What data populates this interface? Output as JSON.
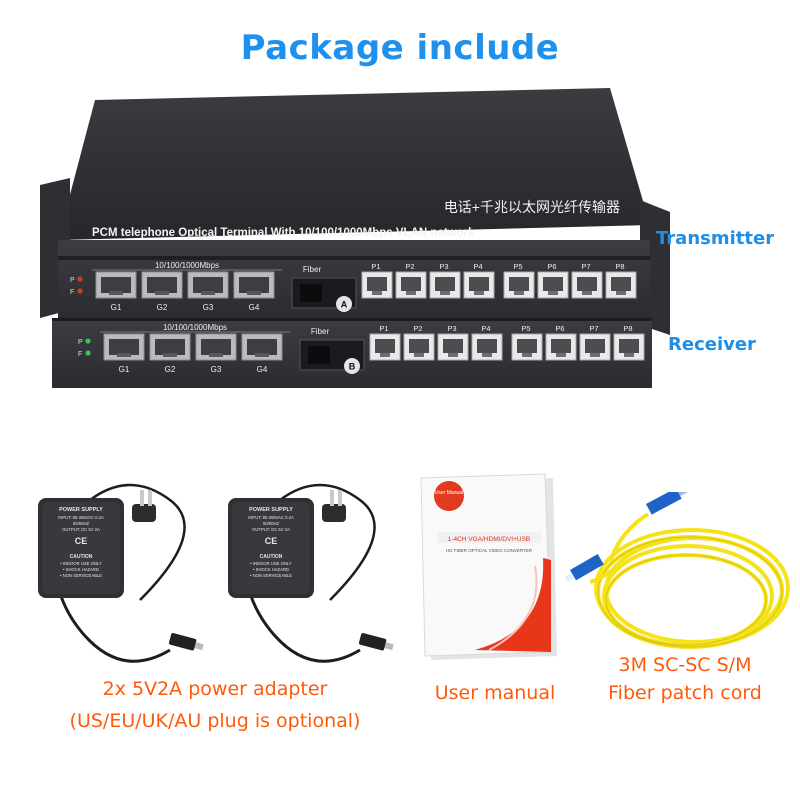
{
  "heading": "Package include",
  "labels": {
    "transmitter": "Transmitter",
    "receiver": "Receiver"
  },
  "device": {
    "cn_title": "电话+千兆以太网光纤传输器",
    "en_title": "PCM telephone Optical  Terminal With  10/100/1000Mbps VLAN network",
    "eth_header": "10/100/1000Mbps",
    "fiber_label": "Fiber",
    "eth_ports": [
      "G1",
      "G2",
      "G3",
      "G4"
    ],
    "phone_ports": [
      "P1",
      "P2",
      "P3",
      "P4",
      "P5",
      "P6",
      "P7",
      "P8"
    ],
    "led_labels": [
      "P",
      "F"
    ],
    "unit_a": "A",
    "unit_b": "B"
  },
  "adapter_label": {
    "title": "POWER SUPPLY",
    "input": "INPUT: 85-265VAC 0.2A",
    "freq": "50/60HZ",
    "output": "OUTPUT: DC 5V 2A",
    "ce": "CE",
    "caution": "CAUTION",
    "c1": "• INDOOR USE ONLY",
    "c2": "• SHOCK HAZARD",
    "c3": "• NON SERVICEABLE"
  },
  "manual": {
    "corner": "User Manual",
    "band": "1-4CH VGA/HDMI/DVI+USB",
    "sub": "HD FIBER OPTICAL VIDEO CONVERTER"
  },
  "captions": {
    "adapter_line1": "2x 5V2A power adapter",
    "adapter_line2": "(US/EU/UK/AU plug is optional)",
    "manual": "User manual",
    "cord_line1": "3M SC-SC S/M",
    "cord_line2": "Fiber patch cord"
  },
  "colors": {
    "heading": "#1e90ee",
    "caption": "#ff5a0a",
    "device": "#2b2d31",
    "fiber": "#f5e21a",
    "sc_connector": "#1f63c9"
  }
}
